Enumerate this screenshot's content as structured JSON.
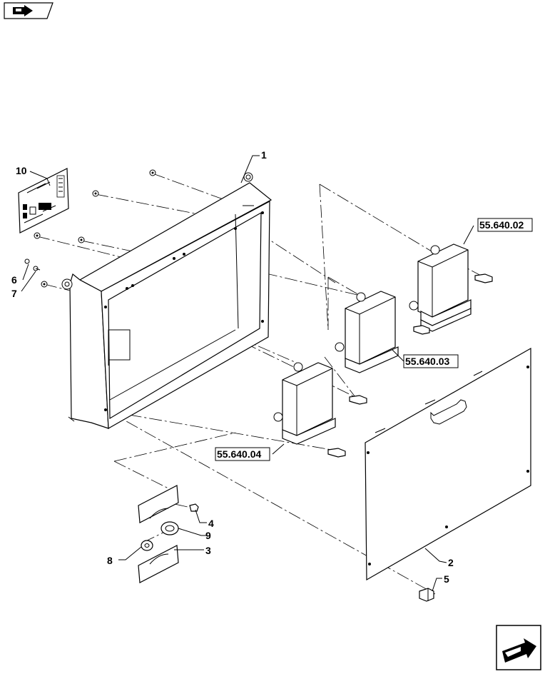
{
  "nav": {
    "back_icon": "back-arrow-icon",
    "next_icon": "next-arrow-icon"
  },
  "callouts": {
    "c1": "1",
    "c2": "2",
    "c3": "3",
    "c4": "4",
    "c5": "5",
    "c6": "6",
    "c7": "7",
    "c8": "8",
    "c9": "9",
    "c10": "10"
  },
  "references": {
    "ref_1": "55.640.02",
    "ref_2": "55.640.03",
    "ref_3": "55.640.04"
  },
  "colors": {
    "line": "#000000",
    "fill": "#ffffff"
  }
}
